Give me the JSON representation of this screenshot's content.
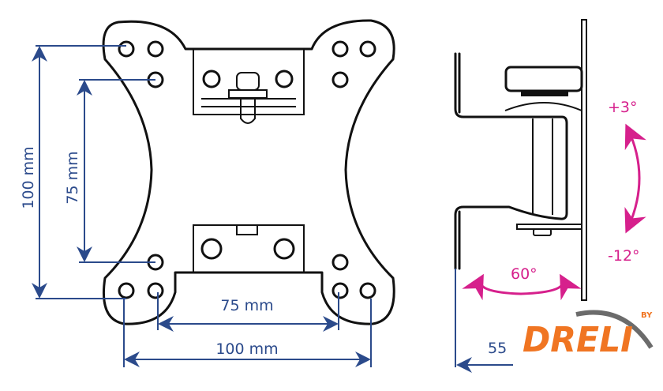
{
  "front_view": {
    "dimension_vertical_outer": "100 mm",
    "dimension_vertical_inner": "75 mm",
    "dimension_horizontal_inner": "75 mm",
    "dimension_horizontal_outer": "100 mm"
  },
  "side_view": {
    "tilt_up": "+3°",
    "tilt_down": "-12°",
    "swivel": "60°",
    "wall_distance": "55"
  },
  "logo": {
    "brand": "DRELI",
    "prefix": "BY",
    "colors": {
      "brand": "#f07522",
      "swoosh": "#6b6b6b"
    }
  },
  "colors": {
    "dimension": "#2b4a8b",
    "angle": "#d6208c"
  }
}
